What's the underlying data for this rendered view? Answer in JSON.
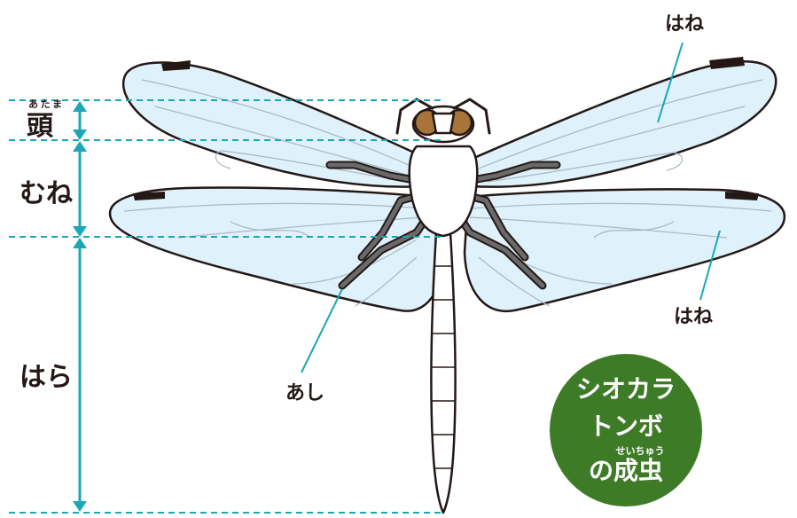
{
  "labels": {
    "head": "頭",
    "head_ruby": "あたま",
    "thorax": "むね",
    "abdomen": "はら",
    "wing_upper": "はね",
    "wing_lower": "はね",
    "leg": "あし"
  },
  "badge": {
    "line1": "シオカラ",
    "line2": "トンボ",
    "line3": "の成虫",
    "ruby": "せいちゅう"
  },
  "colors": {
    "guide": "#1aa7b8",
    "wing_fill": "#dff1fb",
    "badge": "#3e7b27",
    "outline": "#231815"
  }
}
